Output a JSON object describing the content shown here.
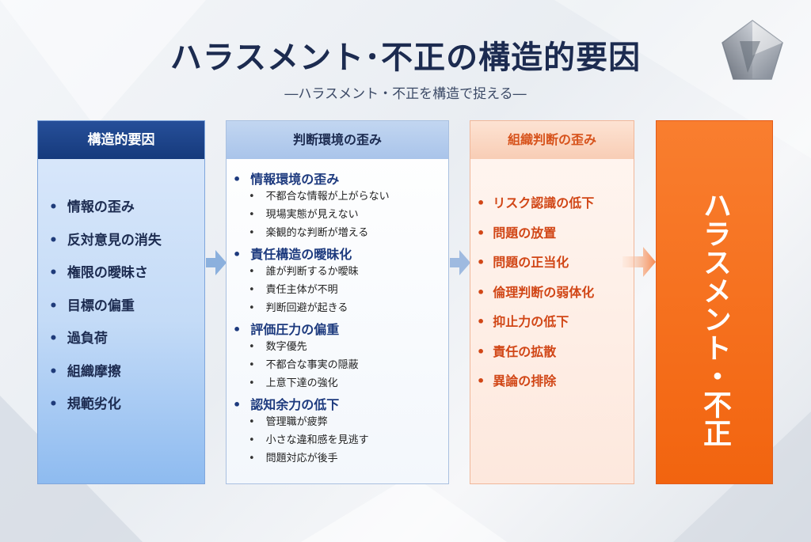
{
  "title": "ハラスメント･不正の構造的要因",
  "subtitle": "―ハラスメント・不正を構造で捉える―",
  "colors": {
    "navy": "#1c2b50",
    "blue_head": "#1f4589",
    "orange": "#f2640f",
    "orange_text": "#d14616"
  },
  "columns": {
    "structural": {
      "header": "構造的要因",
      "items": [
        "情報の歪み",
        "反対意見の消失",
        "権限の曖昧さ",
        "目標の偏重",
        "過負荷",
        "組織摩擦",
        "規範劣化"
      ]
    },
    "judgment_env": {
      "header": "判断環境の歪み",
      "groups": [
        {
          "title": "情報環境の歪み",
          "items": [
            "不都合な情報が上がらない",
            "現場実態が見えない",
            "楽観的な判断が増える"
          ]
        },
        {
          "title": "責任構造の曖昧化",
          "items": [
            "誰が判断するか曖昧",
            "責任主体が不明",
            "判断回避が起きる"
          ]
        },
        {
          "title": "評価圧力の偏重",
          "items": [
            "数字優先",
            "不都合な事実の隠蔽",
            "上意下達の強化"
          ]
        },
        {
          "title": "認知余力の低下",
          "items": [
            "管理職が疲弊",
            "小さな違和感を見逃す",
            "問題対応が後手"
          ]
        }
      ]
    },
    "org_judgment": {
      "header": "組織判断の歪み",
      "items": [
        "リスク認識の低下",
        "問題の放置",
        "問題の正当化",
        "倫理判断の弱体化",
        "抑止力の低下",
        "責任の拡散",
        "異論の排除"
      ]
    },
    "result": {
      "label": "ハラスメント・不正"
    }
  },
  "icons": {
    "logo": "crystal-pentagon-logo",
    "arrow": "right-arrow-icon"
  }
}
